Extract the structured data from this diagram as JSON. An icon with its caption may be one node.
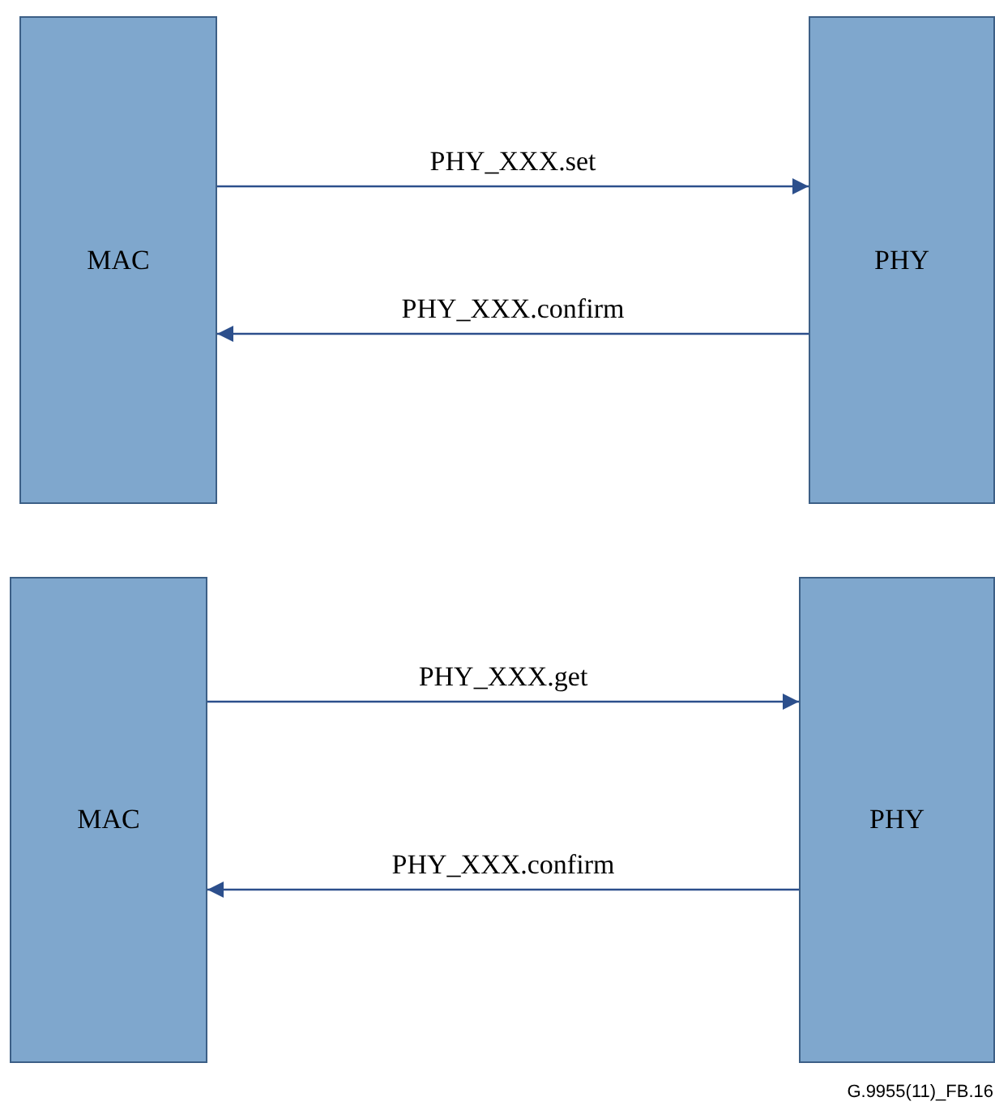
{
  "diagram": {
    "nodes": [
      {
        "text": [
          "MAC"
        ]
      },
      {
        "text": [
          "PHY"
        ]
      },
      {
        "text": [
          "MAC"
        ]
      },
      {
        "text": [
          "PHY"
        ]
      }
    ],
    "edges": [
      {
        "from": 0,
        "to": 1,
        "arrow": "to",
        "label": "PHY_XXX.set"
      },
      {
        "from": 1,
        "to": 0,
        "arrow": "to",
        "label": "PHY_XXX.confirm"
      },
      {
        "from": 2,
        "to": 3,
        "arrow": "to",
        "label": "PHY_XXX.get"
      },
      {
        "from": 3,
        "to": 2,
        "arrow": "to",
        "label": "PHY_XXX.confirm"
      }
    ],
    "labels": [
      "G.9955(11)_FB.16"
    ]
  }
}
